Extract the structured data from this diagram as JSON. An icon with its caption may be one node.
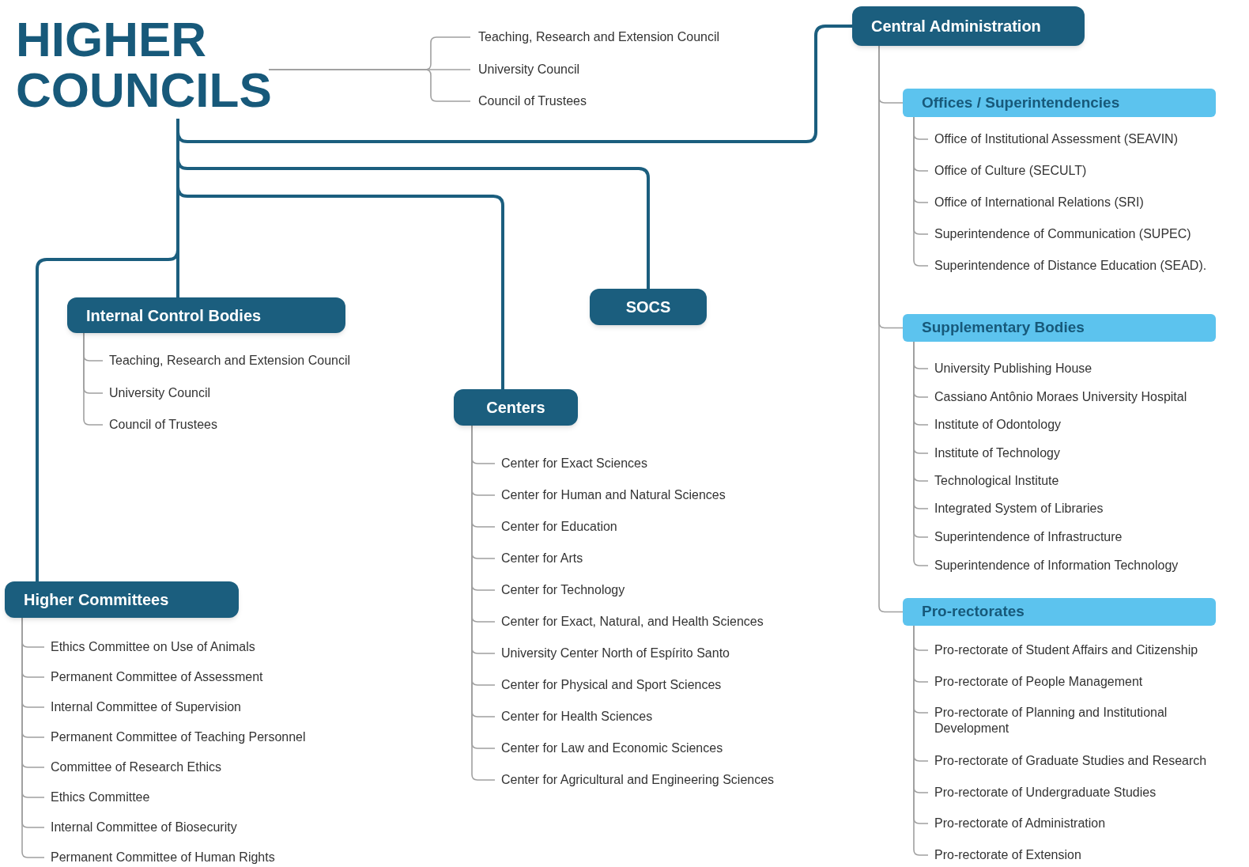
{
  "diagram": {
    "nodes": [
      {
        "text": [
          "HIGHER COUNCILS"
        ]
      },
      {
        "text": [
          "Teaching, Research and Extension Council"
        ]
      },
      {
        "text": [
          "University Council"
        ]
      },
      {
        "text": [
          "Council of Trustees"
        ]
      },
      {
        "text": [
          "Central Administration"
        ]
      },
      {
        "text": [
          "Offices / Superintendencies"
        ]
      },
      {
        "text": [
          "Office of Institutional Assessment (SEAVIN)"
        ]
      },
      {
        "text": [
          "Office of Culture (SECULT)"
        ]
      },
      {
        "text": [
          "Office of International Relations (SRI)"
        ]
      },
      {
        "text": [
          "Superintendence of Communication (SUPEC)"
        ]
      },
      {
        "text": [
          "Superintendence of Distance Education (SEAD)."
        ]
      },
      {
        "text": [
          "Supplementary Bodies"
        ]
      },
      {
        "text": [
          "University Publishing House"
        ]
      },
      {
        "text": [
          "Cassiano Antônio Moraes University Hospital"
        ]
      },
      {
        "text": [
          "Institute of Odontology"
        ]
      },
      {
        "text": [
          "Institute of Technology"
        ]
      },
      {
        "text": [
          "Technological Institute"
        ]
      },
      {
        "text": [
          "Integrated System of Libraries"
        ]
      },
      {
        "text": [
          "Superintendence of Infrastructure"
        ]
      },
      {
        "text": [
          "Superintendence of Information Technology"
        ]
      },
      {
        "text": [
          "Pro-rectorates"
        ]
      },
      {
        "text": [
          "Pro-rectorate of Student Affairs and Citizenship"
        ]
      },
      {
        "text": [
          "Pro-rectorate of People Management"
        ]
      },
      {
        "text": [
          "Pro-rectorate of Planning and Institutional Development"
        ]
      },
      {
        "text": [
          "Pro-rectorate of Graduate Studies and Research"
        ]
      },
      {
        "text": [
          "Pro-rectorate of Undergraduate Studies"
        ]
      },
      {
        "text": [
          "Pro-rectorate of Administration"
        ]
      },
      {
        "text": [
          "Pro-rectorate of Extension"
        ]
      },
      {
        "text": [
          "Internal Control Bodies"
        ]
      },
      {
        "text": [
          "Teaching, Research and Extension Council"
        ]
      },
      {
        "text": [
          "University Council"
        ]
      },
      {
        "text": [
          "Council of Trustees"
        ]
      },
      {
        "text": [
          "SOCS"
        ]
      },
      {
        "text": [
          "Centers"
        ]
      },
      {
        "text": [
          "Center for Exact Sciences"
        ]
      },
      {
        "text": [
          "Center for Human and Natural Sciences"
        ]
      },
      {
        "text": [
          "Center for Education"
        ]
      },
      {
        "text": [
          "Center for Arts"
        ]
      },
      {
        "text": [
          "Center for Technology"
        ]
      },
      {
        "text": [
          "Center for Exact, Natural, and Health Sciences"
        ]
      },
      {
        "text": [
          "University Center North of Espírito Santo"
        ]
      },
      {
        "text": [
          "Center for Physical and Sport Sciences"
        ]
      },
      {
        "text": [
          "Center for Health Sciences"
        ]
      },
      {
        "text": [
          "Center for Law and Economic Sciences"
        ]
      },
      {
        "text": [
          "Center for Agricultural and Engineering Sciences"
        ]
      },
      {
        "text": [
          "Higher Committees"
        ]
      },
      {
        "text": [
          "Ethics Committee on Use of Animals"
        ]
      },
      {
        "text": [
          "Permanent Committee of Assessment"
        ]
      },
      {
        "text": [
          "Internal Committee of Supervision"
        ]
      },
      {
        "text": [
          "Permanent Committee of Teaching Personnel"
        ]
      },
      {
        "text": [
          "Committee of Research Ethics"
        ]
      },
      {
        "text": [
          "Ethics Committee"
        ]
      },
      {
        "text": [
          "Internal Committee of Biosecurity"
        ]
      },
      {
        "text": [
          "Permanent Committee of Human Rights"
        ]
      }
    ],
    "edges": [
      {
        "from": 0,
        "to": 1,
        "arrow": "none"
      },
      {
        "from": 0,
        "to": 2,
        "arrow": "none"
      },
      {
        "from": 0,
        "to": 3,
        "arrow": "none"
      },
      {
        "from": 0,
        "to": 4,
        "arrow": "none",
        "style": "thick",
        "color": "#1b5e7e"
      },
      {
        "from": 0,
        "to": 28,
        "arrow": "none",
        "style": "thick",
        "color": "#1b5e7e"
      },
      {
        "from": 0,
        "to": 32,
        "arrow": "none",
        "style": "thick",
        "color": "#1b5e7e"
      },
      {
        "from": 0,
        "to": 33,
        "arrow": "none",
        "style": "thick",
        "color": "#1b5e7e"
      },
      {
        "from": 0,
        "to": 45,
        "arrow": "none",
        "style": "thick",
        "color": "#1b5e7e"
      },
      {
        "from": 4,
        "to": 5,
        "arrow": "none"
      },
      {
        "from": 4,
        "to": 11,
        "arrow": "none"
      },
      {
        "from": 4,
        "to": 20,
        "arrow": "none"
      },
      {
        "from": 5,
        "to": 6,
        "arrow": "none"
      },
      {
        "from": 5,
        "to": 7,
        "arrow": "none"
      },
      {
        "from": 5,
        "to": 8,
        "arrow": "none"
      },
      {
        "from": 5,
        "to": 9,
        "arrow": "none"
      },
      {
        "from": 5,
        "to": 10,
        "arrow": "none"
      },
      {
        "from": 11,
        "to": 12,
        "arrow": "none"
      },
      {
        "from": 11,
        "to": 13,
        "arrow": "none"
      },
      {
        "from": 11,
        "to": 14,
        "arrow": "none"
      },
      {
        "from": 11,
        "to": 15,
        "arrow": "none"
      },
      {
        "from": 11,
        "to": 16,
        "arrow": "none"
      },
      {
        "from": 11,
        "to": 17,
        "arrow": "none"
      },
      {
        "from": 11,
        "to": 18,
        "arrow": "none"
      },
      {
        "from": 11,
        "to": 19,
        "arrow": "none"
      },
      {
        "from": 20,
        "to": 21,
        "arrow": "none"
      },
      {
        "from": 20,
        "to": 22,
        "arrow": "none"
      },
      {
        "from": 20,
        "to": 23,
        "arrow": "none"
      },
      {
        "from": 20,
        "to": 24,
        "arrow": "none"
      },
      {
        "from": 20,
        "to": 25,
        "arrow": "none"
      },
      {
        "from": 20,
        "to": 26,
        "arrow": "none"
      },
      {
        "from": 20,
        "to": 27,
        "arrow": "none"
      },
      {
        "from": 28,
        "to": 29,
        "arrow": "none"
      },
      {
        "from": 28,
        "to": 30,
        "arrow": "none"
      },
      {
        "from": 28,
        "to": 31,
        "arrow": "none"
      },
      {
        "from": 33,
        "to": 34,
        "arrow": "none"
      },
      {
        "from": 33,
        "to": 35,
        "arrow": "none"
      },
      {
        "from": 33,
        "to": 36,
        "arrow": "none"
      },
      {
        "from": 33,
        "to": 37,
        "arrow": "none"
      },
      {
        "from": 33,
        "to": 38,
        "arrow": "none"
      },
      {
        "from": 33,
        "to": 39,
        "arrow": "none"
      },
      {
        "from": 33,
        "to": 40,
        "arrow": "none"
      },
      {
        "from": 33,
        "to": 41,
        "arrow": "none"
      },
      {
        "from": 33,
        "to": 42,
        "arrow": "none"
      },
      {
        "from": 33,
        "to": 43,
        "arrow": "none"
      },
      {
        "from": 33,
        "to": 44,
        "arrow": "none"
      },
      {
        "from": 45,
        "to": 46,
        "arrow": "none"
      },
      {
        "from": 45,
        "to": 47,
        "arrow": "none"
      },
      {
        "from": 45,
        "to": 48,
        "arrow": "none"
      },
      {
        "from": 45,
        "to": 49,
        "arrow": "none"
      },
      {
        "from": 45,
        "to": 50,
        "arrow": "none"
      },
      {
        "from": 45,
        "to": 51,
        "arrow": "none"
      },
      {
        "from": 45,
        "to": 52,
        "arrow": "none"
      },
      {
        "from": 45,
        "to": 53,
        "arrow": "none"
      }
    ]
  }
}
